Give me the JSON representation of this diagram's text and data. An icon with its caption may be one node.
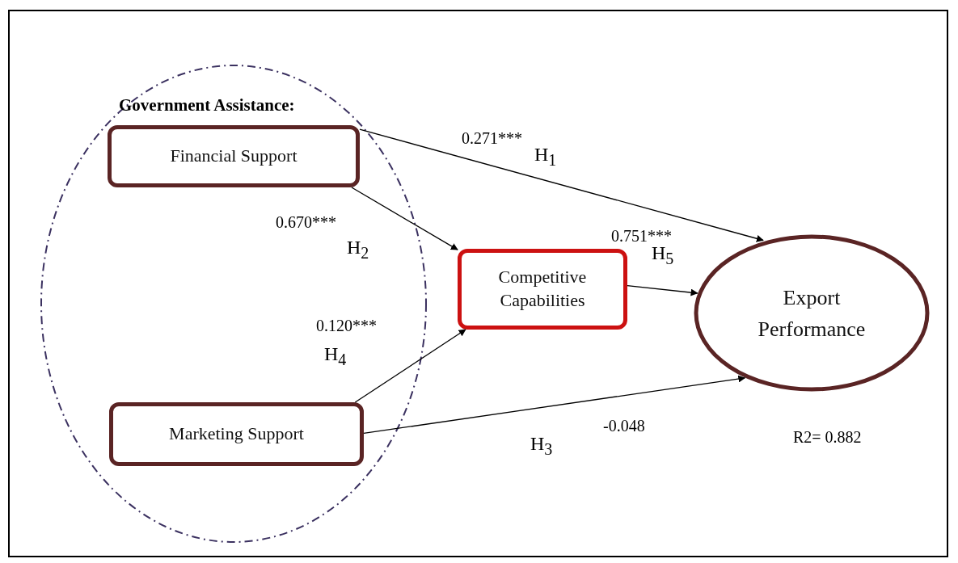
{
  "diagram": {
    "nodes": [
      {
        "text": [
          "Government Assistance:"
        ]
      },
      {
        "text": [
          "Financial Support"
        ],
        "in": 0
      },
      {
        "text": [
          "Marketing Support"
        ],
        "in": 0
      },
      {
        "text": [
          "Competitive Capabilities"
        ]
      },
      {
        "text": [
          "Export Performance"
        ],
        "beside": [
          "R2= 0.882"
        ]
      }
    ],
    "edges": [
      {
        "from": 1,
        "to": 4,
        "arrow": "to",
        "label": "0.271***"
      },
      {
        "from": 1,
        "to": 3,
        "arrow": "to",
        "label": "0.670***"
      },
      {
        "from": 3,
        "to": 4,
        "arrow": "to",
        "label": "0.751***"
      },
      {
        "from": 2,
        "to": 3,
        "arrow": "to",
        "label": "0.120***"
      },
      {
        "from": 2,
        "to": 4,
        "arrow": "to",
        "label": "-0.048"
      }
    ],
    "labels": [
      "H$_{1}$",
      "H$_{2}$",
      "H$_{5}$",
      "H$_{4}$",
      "H$_{3}$"
    ]
  }
}
